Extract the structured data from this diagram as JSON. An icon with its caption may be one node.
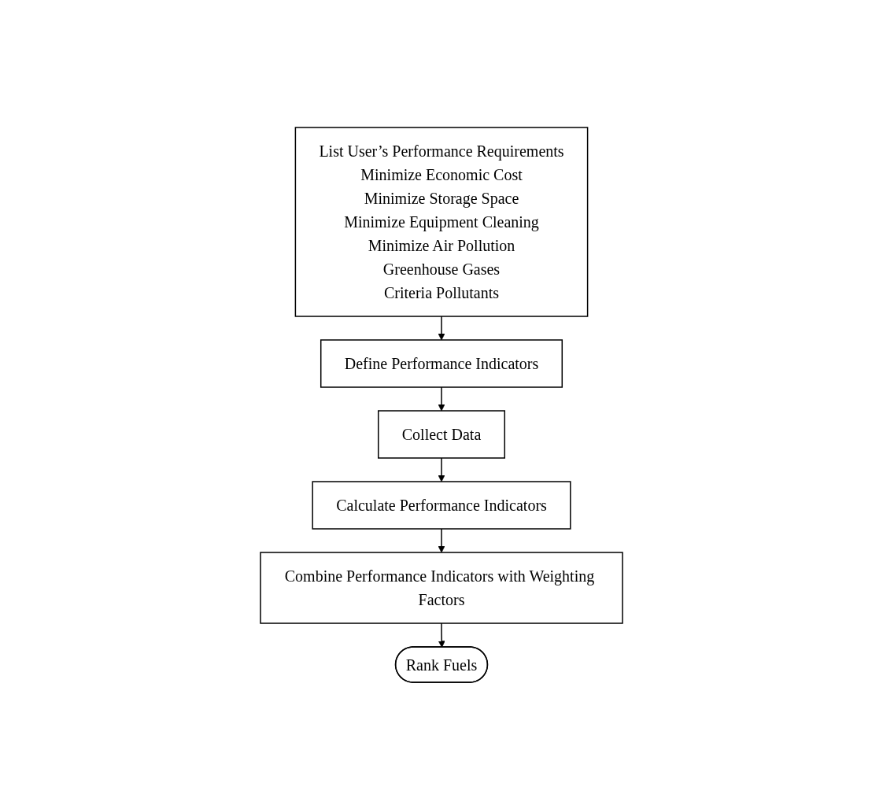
{
  "diagram": {
    "nodes": [
      {
        "text": [
          "List User’s Performance Requirements",
          "Minimize Economic Cost",
          "Minimize Storage Space",
          "Minimize Equipment Cleaning",
          "Minimize Air Pollution",
          "Greenhouse Gases",
          "Criteria Pollutants"
        ]
      },
      {
        "text": [
          "Define Performance Indicators"
        ]
      },
      {
        "text": [
          "Collect Data"
        ]
      },
      {
        "text": [
          "Calculate Performance Indicators"
        ]
      },
      {
        "text": [
          "Combine Performance Indicators with Weighting Factors"
        ]
      },
      {
        "text": [
          "Rank Fuels"
        ]
      }
    ],
    "edges": [
      {
        "from": 0,
        "to": 1,
        "arrow": "to"
      },
      {
        "from": 1,
        "to": 2,
        "arrow": "to"
      },
      {
        "from": 2,
        "to": 3,
        "arrow": "to"
      },
      {
        "from": 3,
        "to": 4,
        "arrow": "to"
      },
      {
        "from": 4,
        "to": 5,
        "arrow": "to"
      }
    ]
  }
}
